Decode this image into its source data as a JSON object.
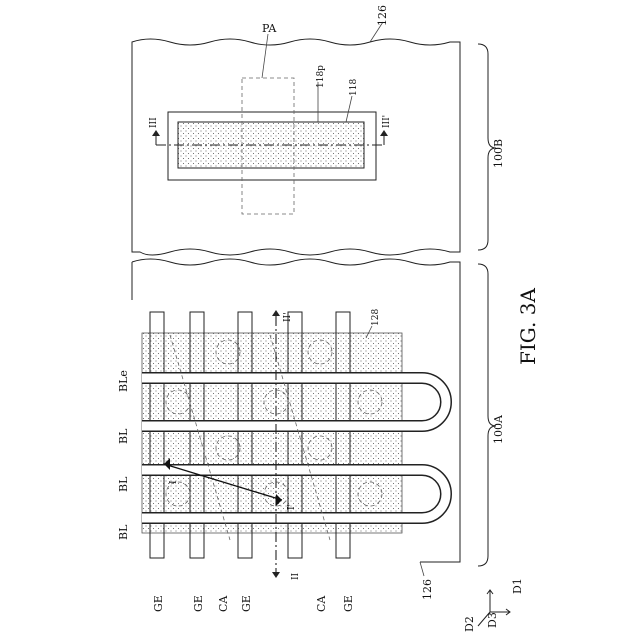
{
  "figure": {
    "caption": "FIG. 3A",
    "region_b": {
      "region_label": "100B",
      "substrate_label": "126",
      "pad_label": "PA",
      "inner_label": "118",
      "outline_label": "118p",
      "section_start": "III",
      "section_end": "III'"
    },
    "region_a": {
      "region_label": "100A",
      "substrate_label": "126",
      "layer_label": "128",
      "bitline_labels": [
        "BL",
        "BL",
        "BL",
        "BLe"
      ],
      "left_labels": [
        "GE",
        "GE",
        "CA",
        "GE",
        "CA",
        "GE"
      ],
      "section_I_start": "I",
      "section_I_end": "I'",
      "section_II_start": "II",
      "section_II_end": "II'"
    },
    "axes": {
      "d1": "D1",
      "d2": "D2",
      "d3": "D3"
    }
  }
}
